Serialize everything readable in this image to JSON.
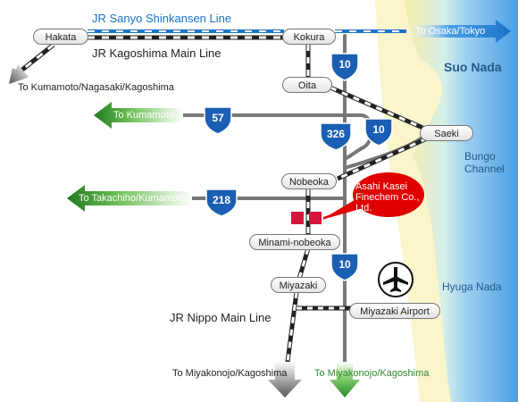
{
  "lines": {
    "shinkansen": "JR Sanyo Shinkansen Line",
    "kagoshima": "JR Kagoshima Main Line",
    "nippo": "JR Nippo Main Line"
  },
  "stations": {
    "hakata": "Hakata",
    "kokura": "Kokura",
    "oita": "Oita",
    "saeki": "Saeki",
    "nobeoka": "Nobeoka",
    "minami_nobeoka": "Minami-nobeoka",
    "miyazaki": "Miyazaki",
    "miyazaki_airport": "Miyazaki Airport"
  },
  "destinations": {
    "osaka_tokyo": "To Osaka/Tokyo",
    "kumamoto_nagasaki_kagoshima": "To Kumamoto/Nagasaki/Kagoshima",
    "kumamoto": "To Kumamoto",
    "takachiho_kumamoto": "To Takachiho/Kumamoto",
    "miyakonojo_kagoshima_rail": "To Miyakonojo/Kagoshima",
    "miyakonojo_kagoshima_road": "To Miyakonojo/Kagoshima"
  },
  "routes": {
    "r10": "10",
    "r57": "57",
    "r326": "326",
    "r218": "218"
  },
  "seas": {
    "suo_nada": "Suo Nada",
    "bungo_channel": "Bungo Channel",
    "hyuga_nada": "Hyuga Nada"
  },
  "company": "Asahi Kasei Finechem Co., Ltd.",
  "colors": {
    "sea": "#5aa8e8",
    "coast": "#f7eca0",
    "road": "#777777",
    "route_shield": "#1a5fb4",
    "destination_green": "#2f8a2f",
    "company_red": "#e00000",
    "shinkansen_blue": "#1a73c8"
  }
}
